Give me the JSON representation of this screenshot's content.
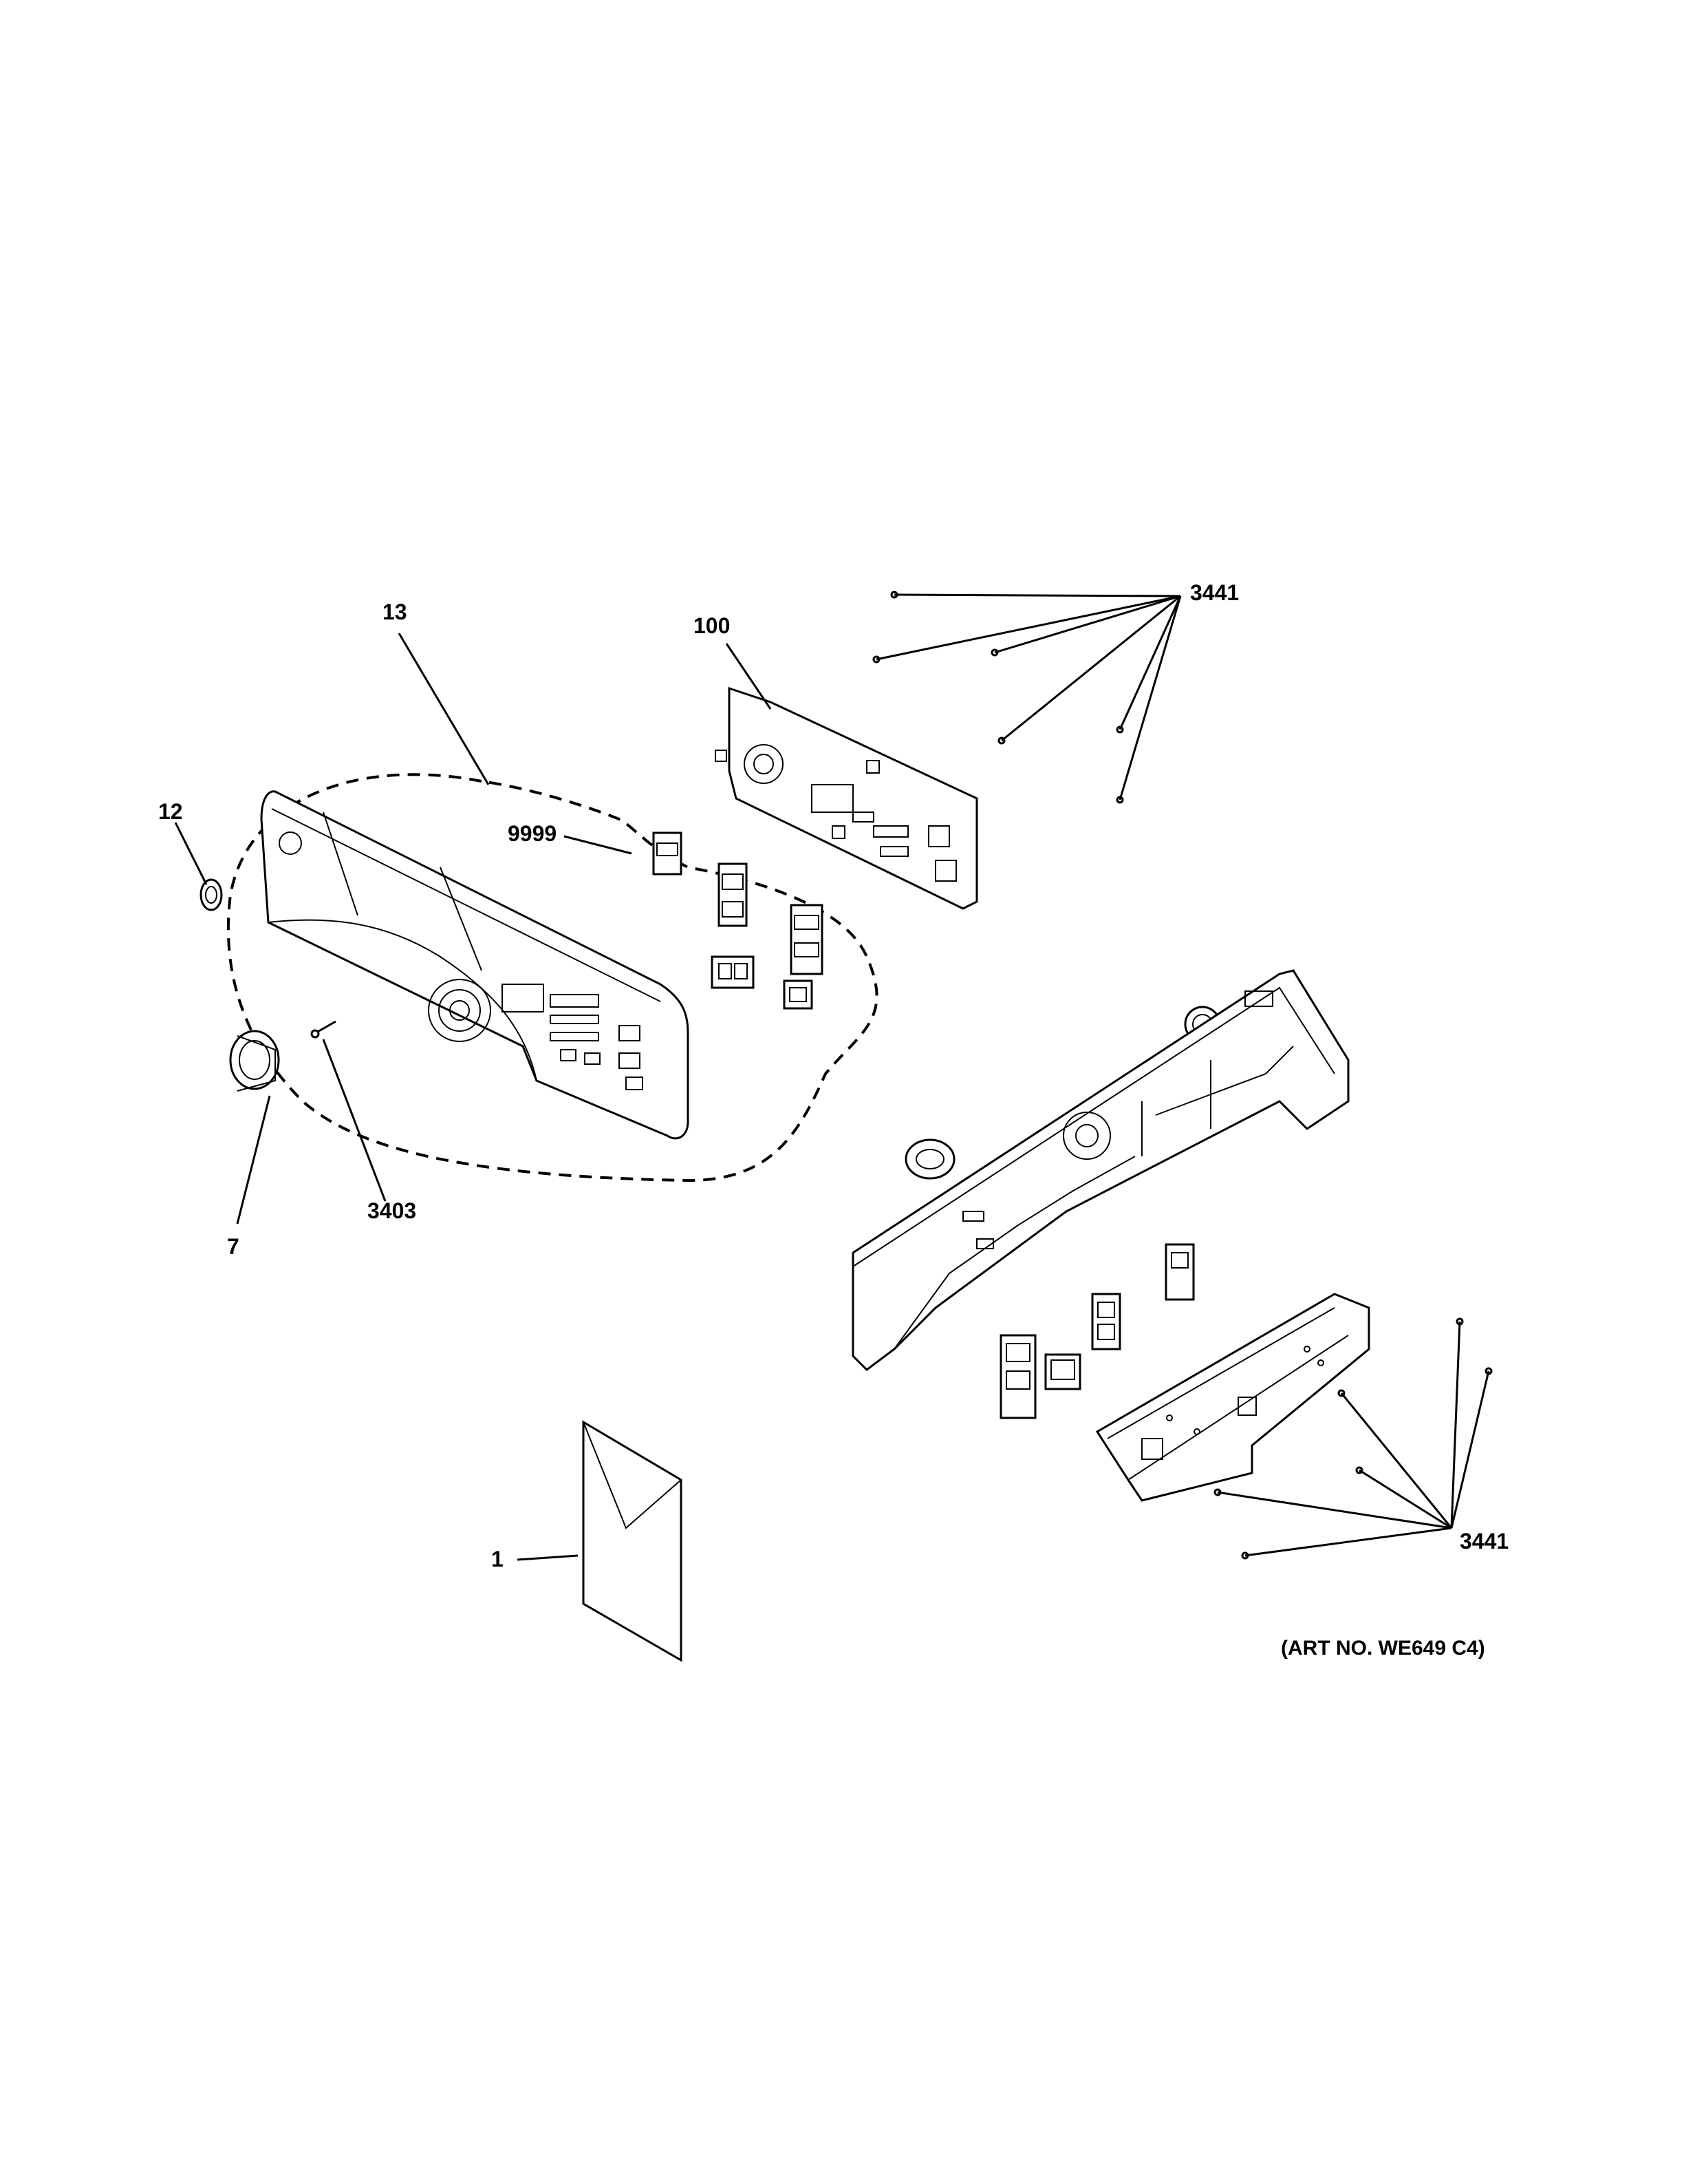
{
  "diagram": {
    "callouts": {
      "c13": "13",
      "c100": "100",
      "c3441_top": "3441",
      "c12": "12",
      "c9999": "9999",
      "c7": "7",
      "c3403": "3403",
      "c1": "1",
      "c3441_bottom": "3441"
    },
    "art_number": "(ART NO. WE649 C4)"
  }
}
